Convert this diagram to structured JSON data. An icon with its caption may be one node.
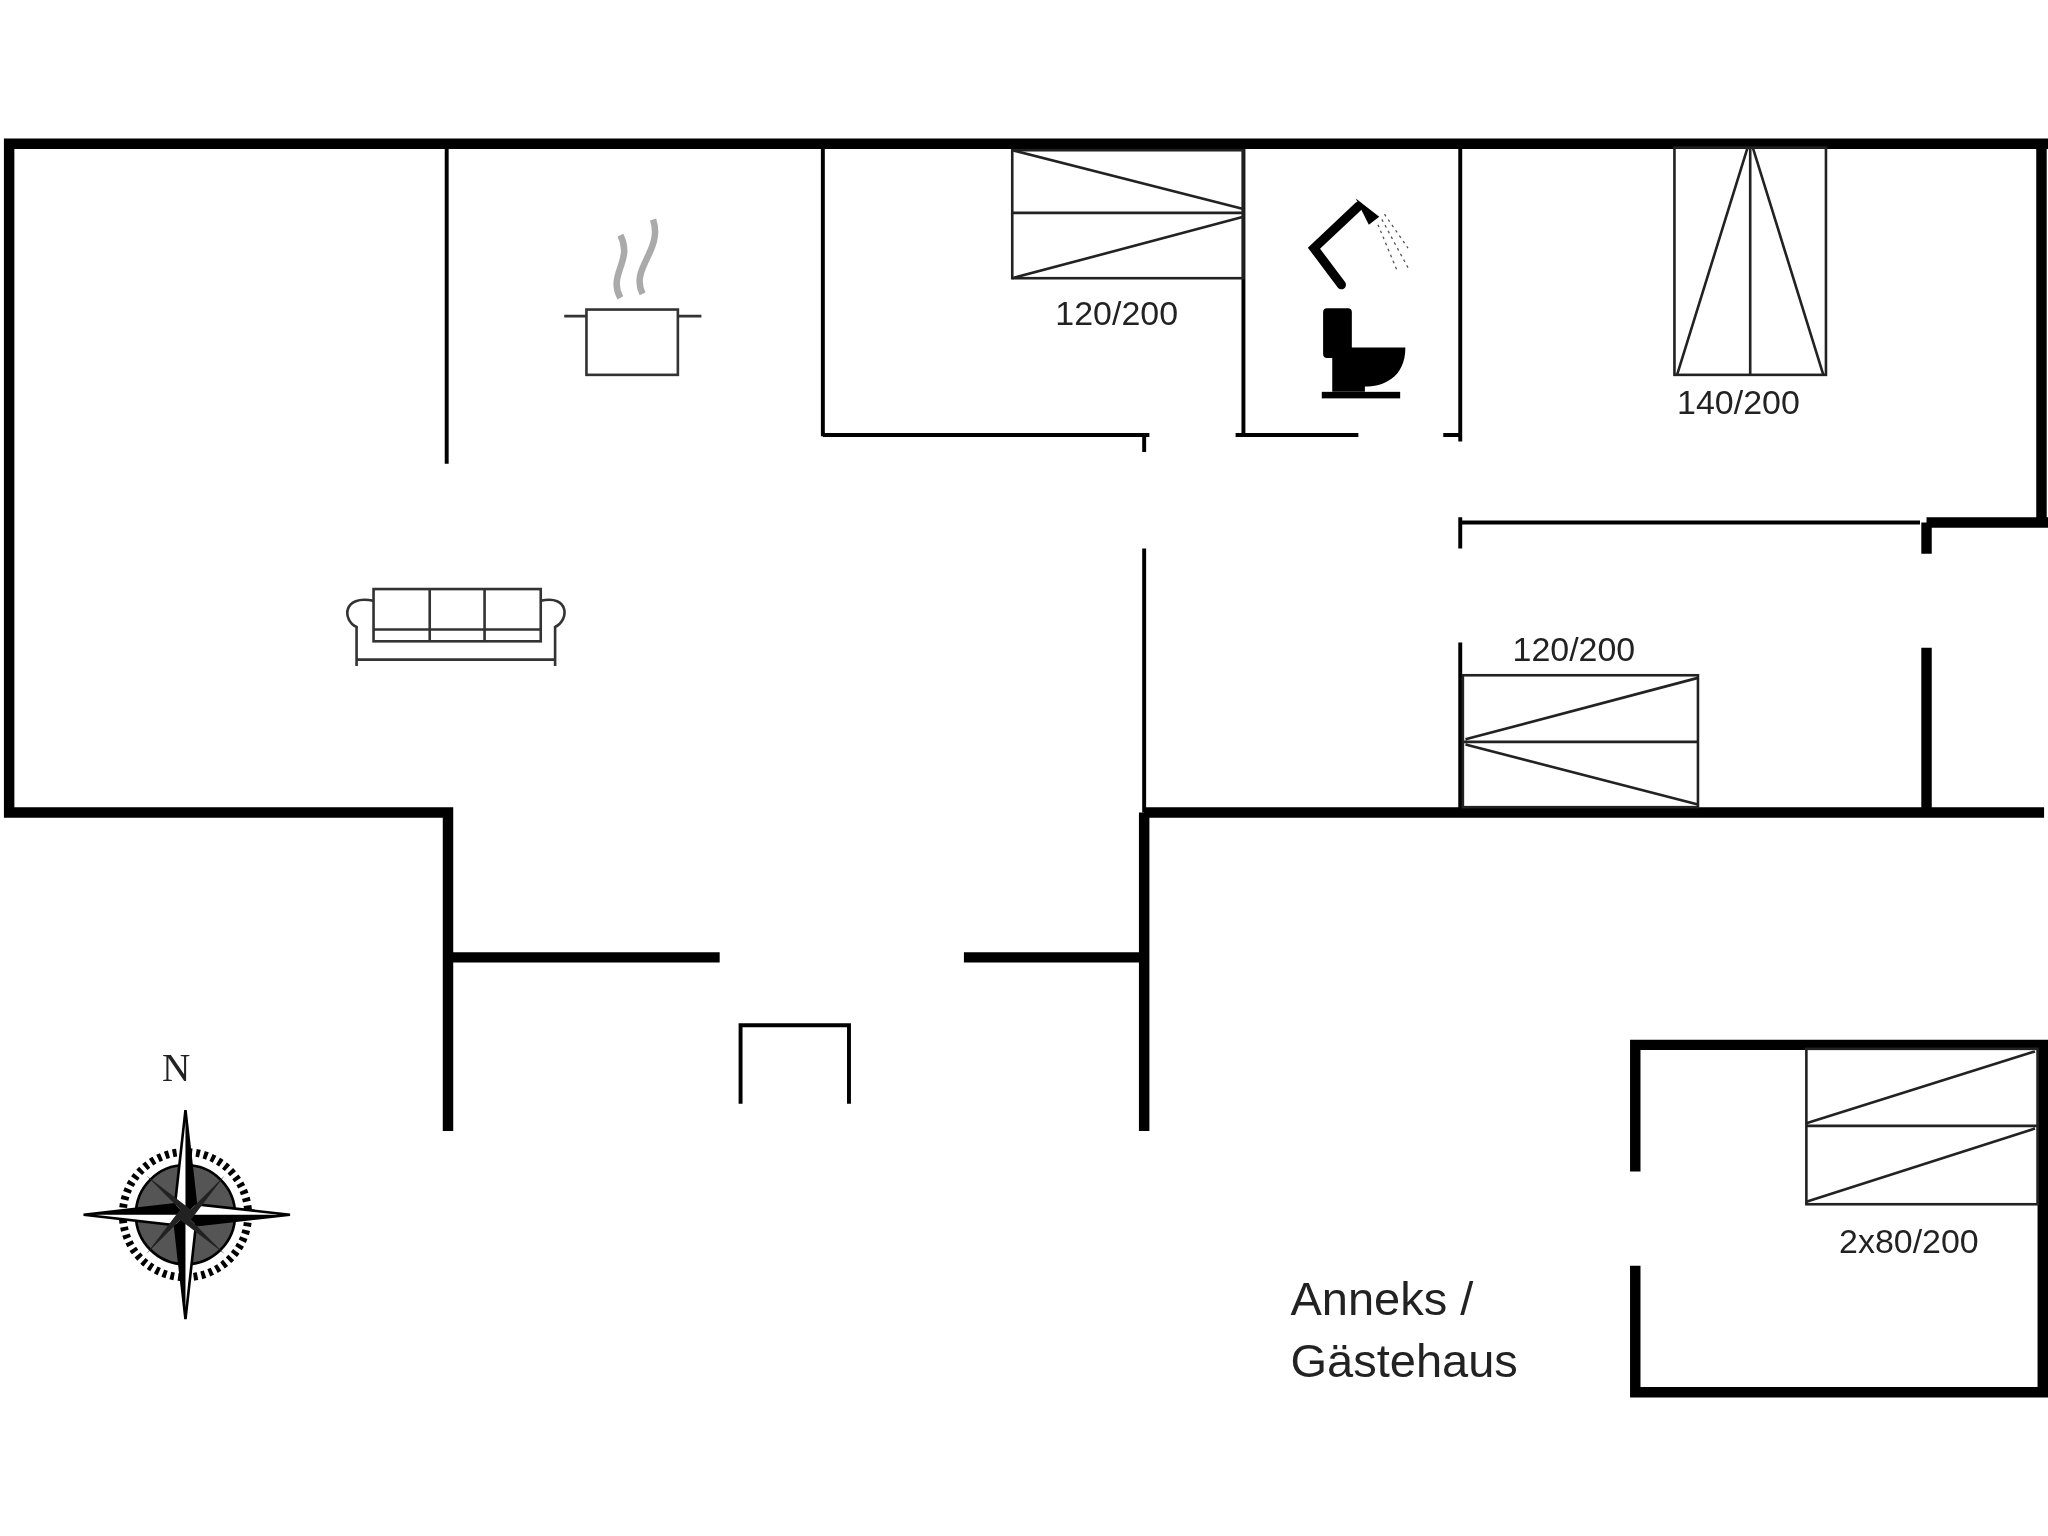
{
  "diagram": {
    "labels": [
      "120/200",
      "140/200",
      "120/200",
      "N",
      "2x80/200",
      "Anneks / Gästehaus"
    ]
  }
}
